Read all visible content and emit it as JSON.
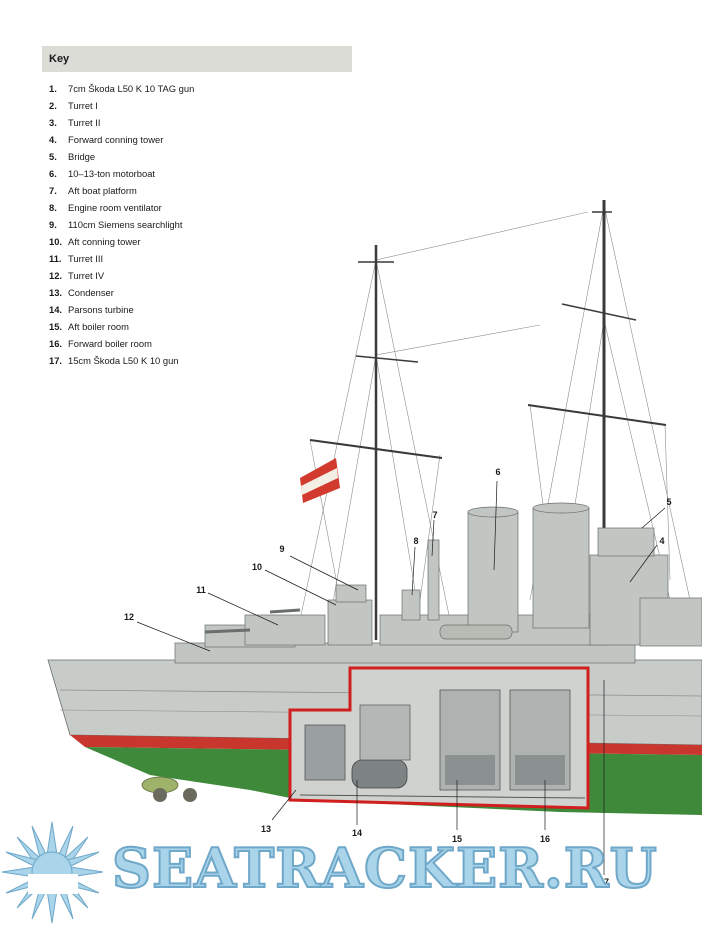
{
  "key": {
    "title": "Key",
    "items": [
      {
        "num": "1.",
        "label": "7cm Škoda L50 K 10 TAG gun"
      },
      {
        "num": "2.",
        "label": "Turret I"
      },
      {
        "num": "3.",
        "label": "Turret II"
      },
      {
        "num": "4.",
        "label": "Forward conning tower"
      },
      {
        "num": "5.",
        "label": "Bridge"
      },
      {
        "num": "6.",
        "label": "10–13-ton motorboat"
      },
      {
        "num": "7.",
        "label": "Aft boat platform"
      },
      {
        "num": "8.",
        "label": "Engine room ventilator"
      },
      {
        "num": "9.",
        "label": "110cm Siemens searchlight"
      },
      {
        "num": "10.",
        "label": "Aft conning tower"
      },
      {
        "num": "11.",
        "label": "Turret III"
      },
      {
        "num": "12.",
        "label": "Turret IV"
      },
      {
        "num": "13.",
        "label": "Condenser"
      },
      {
        "num": "14.",
        "label": "Parsons turbine"
      },
      {
        "num": "15.",
        "label": "Aft boiler room"
      },
      {
        "num": "16.",
        "label": "Forward boiler room"
      },
      {
        "num": "17.",
        "label": "15cm Škoda L50 K 10 gun"
      }
    ]
  },
  "callouts": [
    "4",
    "5",
    "6",
    "7",
    "8",
    "9",
    "10",
    "11",
    "12",
    "13",
    "14",
    "15",
    "16",
    "17"
  ],
  "watermark": {
    "text": "SEATRACKER.RU"
  },
  "colors": {
    "hull_grey": "#c8ccc9",
    "waterline_red": "#c9362e",
    "lower_hull_green": "#3f8a3a",
    "cutaway_red": "#d11f1f",
    "watermark_blue": "#a9d4ea"
  }
}
